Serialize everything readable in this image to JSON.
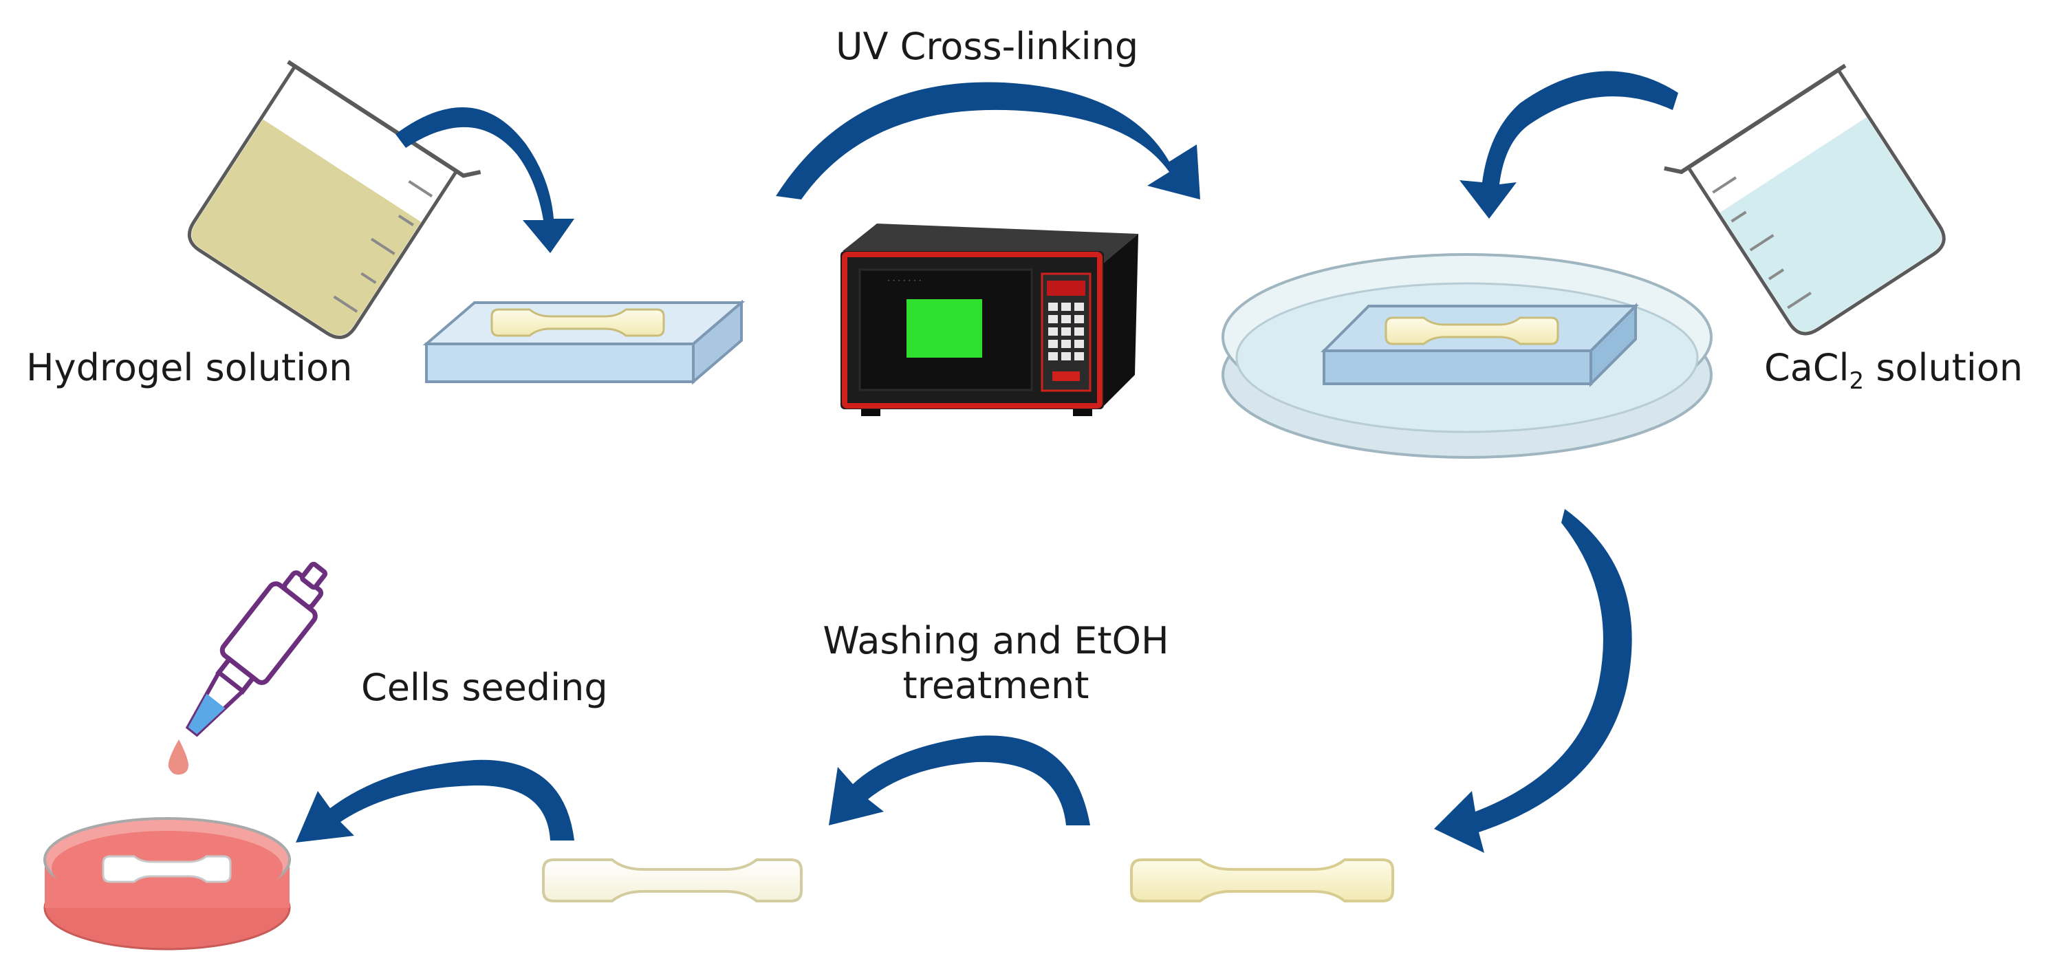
{
  "labels": {
    "hydrogel": "Hydrogel solution",
    "uv": "UV Cross-linking",
    "cacl_base": "CaCl",
    "cacl_sub": "2",
    "cacl_rest": " solution",
    "washing_line1": "Washing and EtOH",
    "washing_line2": "treatment",
    "cells": "Cells seeding"
  },
  "colors": {
    "arrow": "#0d4a8c",
    "mold": "#c6dff0",
    "dog_bone": "#f7f1c4",
    "hydrogel_liquid": "#d8cf92",
    "cacl_liquid": "#d3ecf0",
    "crosslinker_body": "#1c1c1c",
    "crosslinker_trim": "#d0201c",
    "crosslinker_window": "#2fe02f",
    "culture_medium": "#ef7c79",
    "pipette": "#6b2f7d"
  },
  "icons": [
    "beaker-icon",
    "uv-crosslinker-icon",
    "petri-dish-icon",
    "pipette-icon",
    "dog-bone-scaffold-icon",
    "curved-arrow-icon"
  ]
}
